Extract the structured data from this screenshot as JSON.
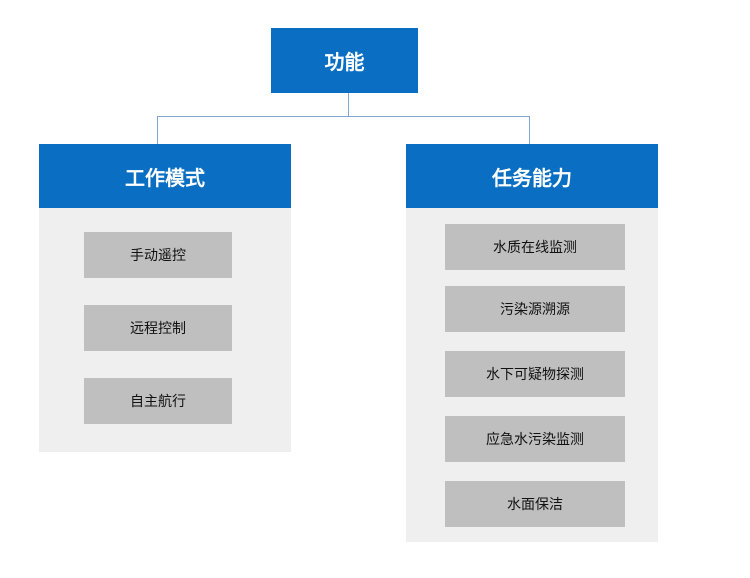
{
  "root": {
    "label": "功能"
  },
  "columns": [
    {
      "title": "工作模式",
      "items": [
        "手动遥控",
        "远程控制",
        "自主航行"
      ]
    },
    {
      "title": "任务能力",
      "items": [
        "水质在线监测",
        "污染源溯源",
        "水下可疑物探测",
        "应急水污染监测",
        "水面保洁"
      ]
    }
  ],
  "colors": {
    "header_blue": "#0a6fc2",
    "panel_gray": "#efefef",
    "item_gray": "#bfbfbf",
    "connector": "#7ea7d6"
  }
}
